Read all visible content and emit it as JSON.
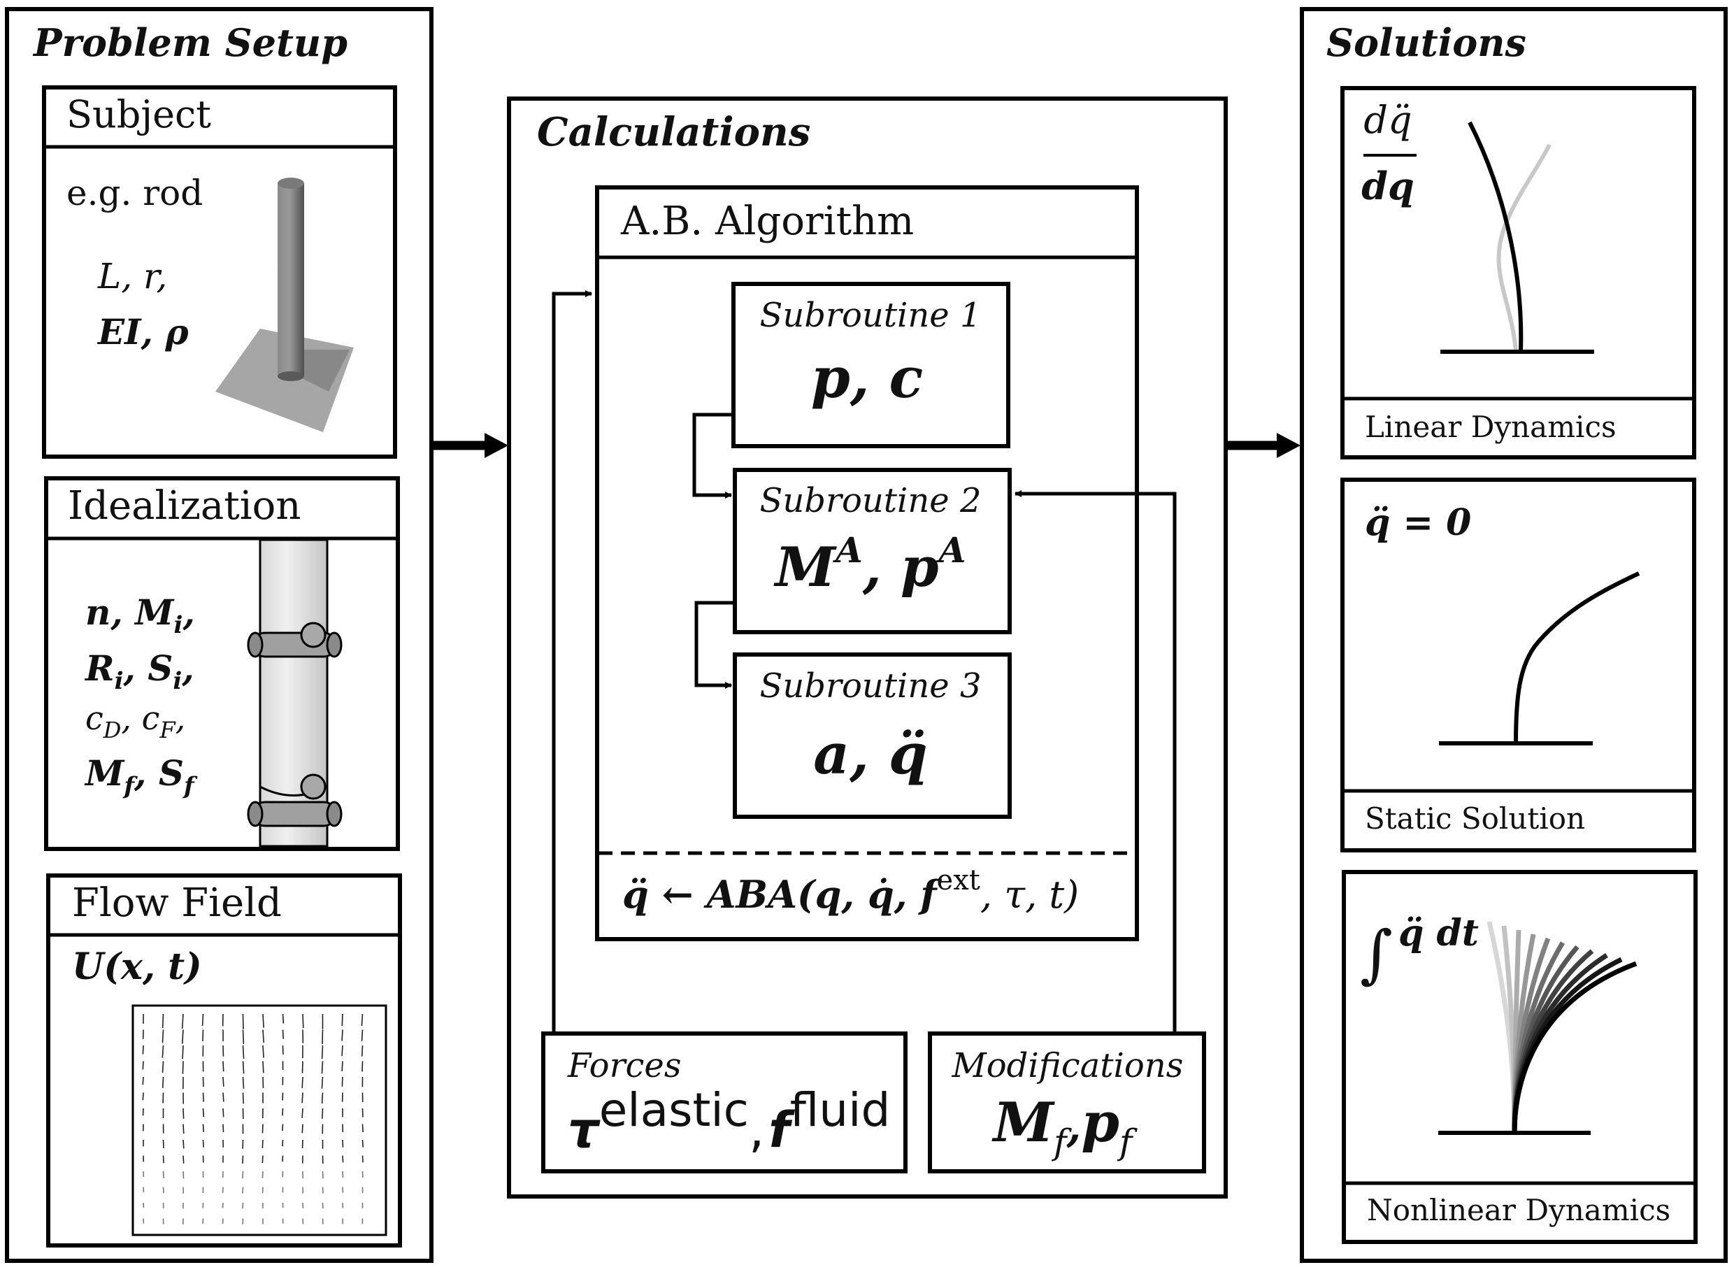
{
  "panels": {
    "setup": {
      "title": "Problem Setup"
    },
    "calc": {
      "title": "Calculations"
    },
    "solutions": {
      "title": "Solutions"
    }
  },
  "subject": {
    "title": "Subject",
    "example": "e.g. rod",
    "params_line1": "L, r,",
    "params_line2": "EI, ρ"
  },
  "idealization": {
    "title": "Idealization",
    "line1": "n, M",
    "line1_sub": "i",
    "line1_end": ",",
    "line2a": "R",
    "line2a_sub": "i",
    "line2b": ", S",
    "line2b_sub": "i",
    "line2_end": ",",
    "line3a": "c",
    "line3a_sub": "D",
    "line3b": ", c",
    "line3b_sub": "F",
    "line3_end": ",",
    "line4a": "M",
    "line4a_sub": "f",
    "line4b": ", S",
    "line4b_sub": "f"
  },
  "flow": {
    "title": "Flow Field",
    "expr": "U(x, t)"
  },
  "algorithm": {
    "title": "A.B. Algorithm",
    "sub1_title": "Subroutine 1",
    "sub1_expr": "p,  c",
    "sub2_title": "Subroutine 2",
    "sub2_expr_a": "M",
    "sub2_expr_a_sup": "A",
    "sub2_expr_b": ",  p",
    "sub2_expr_b_sup": "A",
    "sub3_title": "Subroutine 3",
    "sub3_expr": "a, q̈",
    "aba_lhs": "q̈ ← ABA(",
    "aba_args": "q, q̇, f",
    "aba_sup": "ext",
    "aba_rest": ", τ, t)"
  },
  "forces": {
    "title": "Forces",
    "tau": "τ",
    "tau_sup": "elastic",
    "comma": ",",
    "f": "f",
    "f_sup": "fluid"
  },
  "modifications": {
    "title": "Modifications",
    "m": "M",
    "m_sub": "f",
    "comma": ",",
    "p": "p",
    "p_sub": "f"
  },
  "solutions": {
    "linear": {
      "num": "dq̈",
      "den": "dq",
      "label": "Linear Dynamics"
    },
    "static": {
      "expr": "q̈ = 0",
      "label": "Static Solution"
    },
    "nonlinear": {
      "integral": "∫",
      "expr": "q̈ dt",
      "label": "Nonlinear Dynamics"
    }
  },
  "colors": {
    "stroke": "#000000",
    "light_curve": "#c8c8c8",
    "rod_dark": "#6a6a6a",
    "rod_light": "#a8a8a8",
    "idealization_fill": "#e6e6e6",
    "joint_fill": "#a0a0a0"
  }
}
